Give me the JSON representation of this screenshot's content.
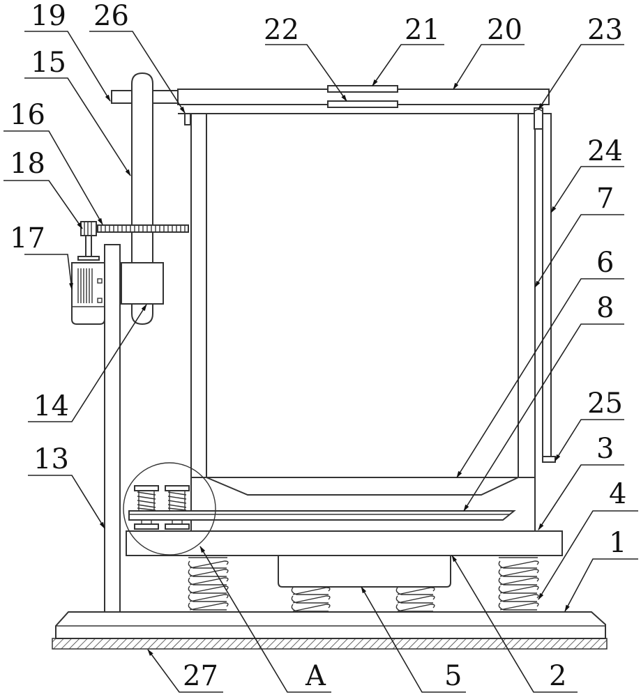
{
  "figure": {
    "type": "patent-mechanical-drawing",
    "description": "Front view of vibrating container apparatus with spring-supported base, motor-driven gear-rack lid lift",
    "callouts": [
      {
        "id": "19",
        "text": "19"
      },
      {
        "id": "26",
        "text": "26"
      },
      {
        "id": "22",
        "text": "22"
      },
      {
        "id": "21",
        "text": "21"
      },
      {
        "id": "20",
        "text": "20"
      },
      {
        "id": "23",
        "text": "23"
      },
      {
        "id": "15",
        "text": "15"
      },
      {
        "id": "16",
        "text": "16"
      },
      {
        "id": "24",
        "text": "24"
      },
      {
        "id": "18",
        "text": "18"
      },
      {
        "id": "7",
        "text": "7"
      },
      {
        "id": "17",
        "text": "17"
      },
      {
        "id": "6",
        "text": "6"
      },
      {
        "id": "8",
        "text": "8"
      },
      {
        "id": "14",
        "text": "14"
      },
      {
        "id": "25",
        "text": "25"
      },
      {
        "id": "13",
        "text": "13"
      },
      {
        "id": "3",
        "text": "3"
      },
      {
        "id": "4",
        "text": "4"
      },
      {
        "id": "1",
        "text": "1"
      },
      {
        "id": "27",
        "text": "27"
      },
      {
        "id": "A",
        "text": "A"
      },
      {
        "id": "5",
        "text": "5"
      },
      {
        "id": "2",
        "text": "2"
      }
    ]
  }
}
